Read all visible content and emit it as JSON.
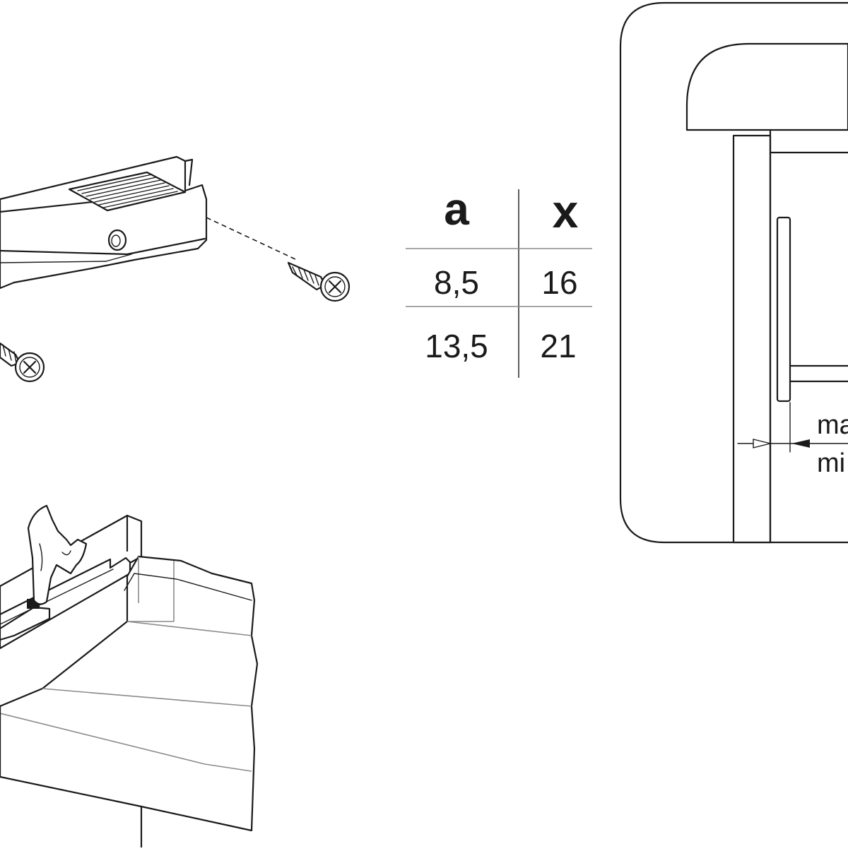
{
  "table": {
    "headers": [
      "a",
      "x"
    ],
    "rows": [
      [
        "8,5",
        "16"
      ],
      [
        "13,5",
        "21"
      ]
    ]
  },
  "detail": {
    "label_top": "ma",
    "label_bottom": "mi"
  }
}
